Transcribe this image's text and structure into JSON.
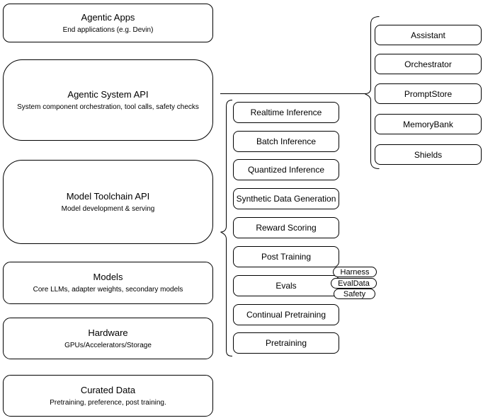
{
  "diagram": {
    "left_stack": [
      {
        "title": "Agentic Apps",
        "subtitle": "End applications (e.g. Devin)"
      },
      {
        "title": "Agentic System API",
        "subtitle": "System component orchestration, tool calls, safety checks"
      },
      {
        "title": "Model Toolchain API",
        "subtitle": "Model development & serving"
      },
      {
        "title": "Models",
        "subtitle": "Core LLMs, adapter weights, secondary models"
      },
      {
        "title": "Hardware",
        "subtitle": "GPUs/Accelerators/Storage"
      },
      {
        "title": "Curated Data",
        "subtitle": "Pretraining, preference, post training."
      }
    ],
    "toolchain_items": [
      "Realtime Inference",
      "Batch Inference",
      "Quantized Inference",
      "Synthetic Data Generation",
      "Reward Scoring",
      "Post Training",
      "Evals",
      "Continual Pretraining",
      "Pretraining"
    ],
    "evals_tags": [
      "Harness",
      "EvalData",
      "Safety"
    ],
    "system_items": [
      "Assistant",
      "Orchestrator",
      "PromptStore",
      "MemoryBank",
      "Shields"
    ],
    "colors": {
      "stroke": "#000000",
      "fill": "#ffffff",
      "background": "#ffffff",
      "text": "#000000"
    }
  }
}
